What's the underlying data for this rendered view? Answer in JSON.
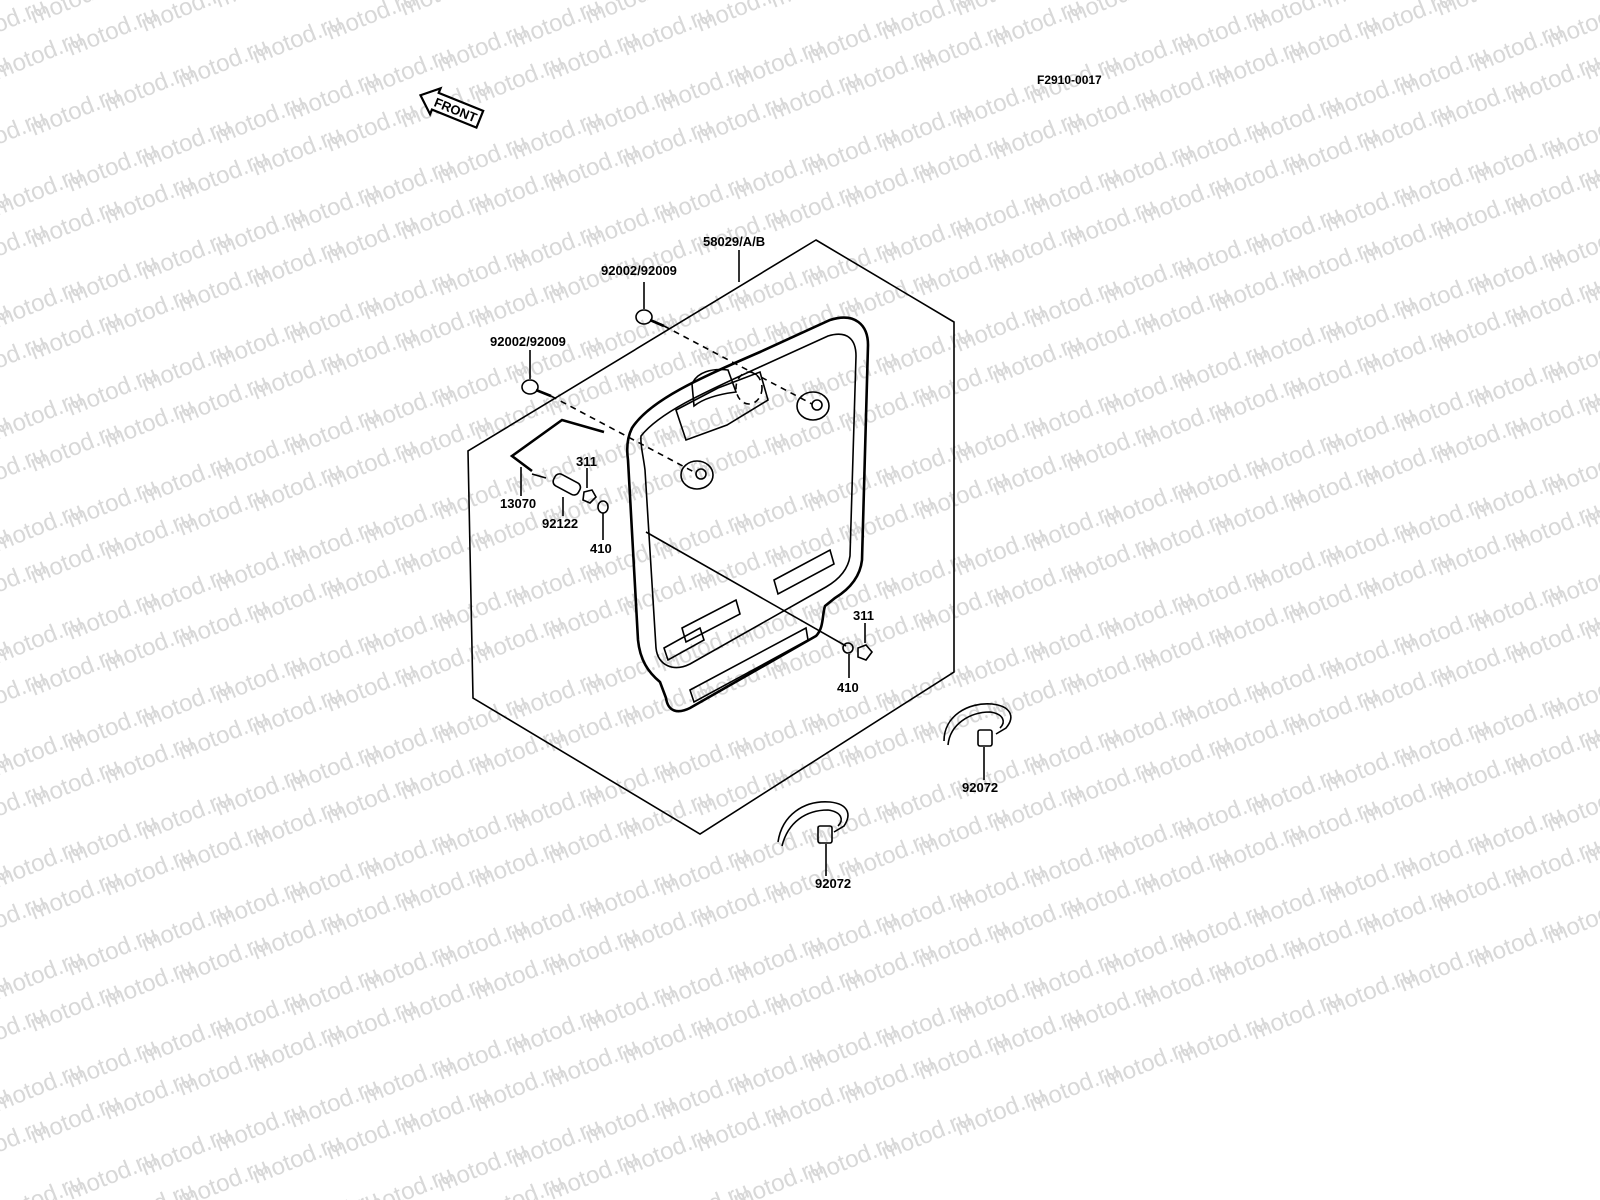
{
  "watermark": {
    "text": "motod.ru",
    "color": "#d8d8d8"
  },
  "figure_code": "F2910-0017",
  "front_arrow": {
    "label": "FRONT",
    "icon": "front-arrow-icon"
  },
  "callouts": {
    "fender_assembly": "58029/A/B",
    "screw_upper": "92002/92009",
    "screw_left": "92002/92009",
    "bracket": "13070",
    "nut_upper": "311",
    "collar": "92122",
    "washer_upper": "410",
    "nut_lower": "311",
    "washer_lower": "410",
    "clamp_right": "92072",
    "clamp_lower": "92072"
  }
}
